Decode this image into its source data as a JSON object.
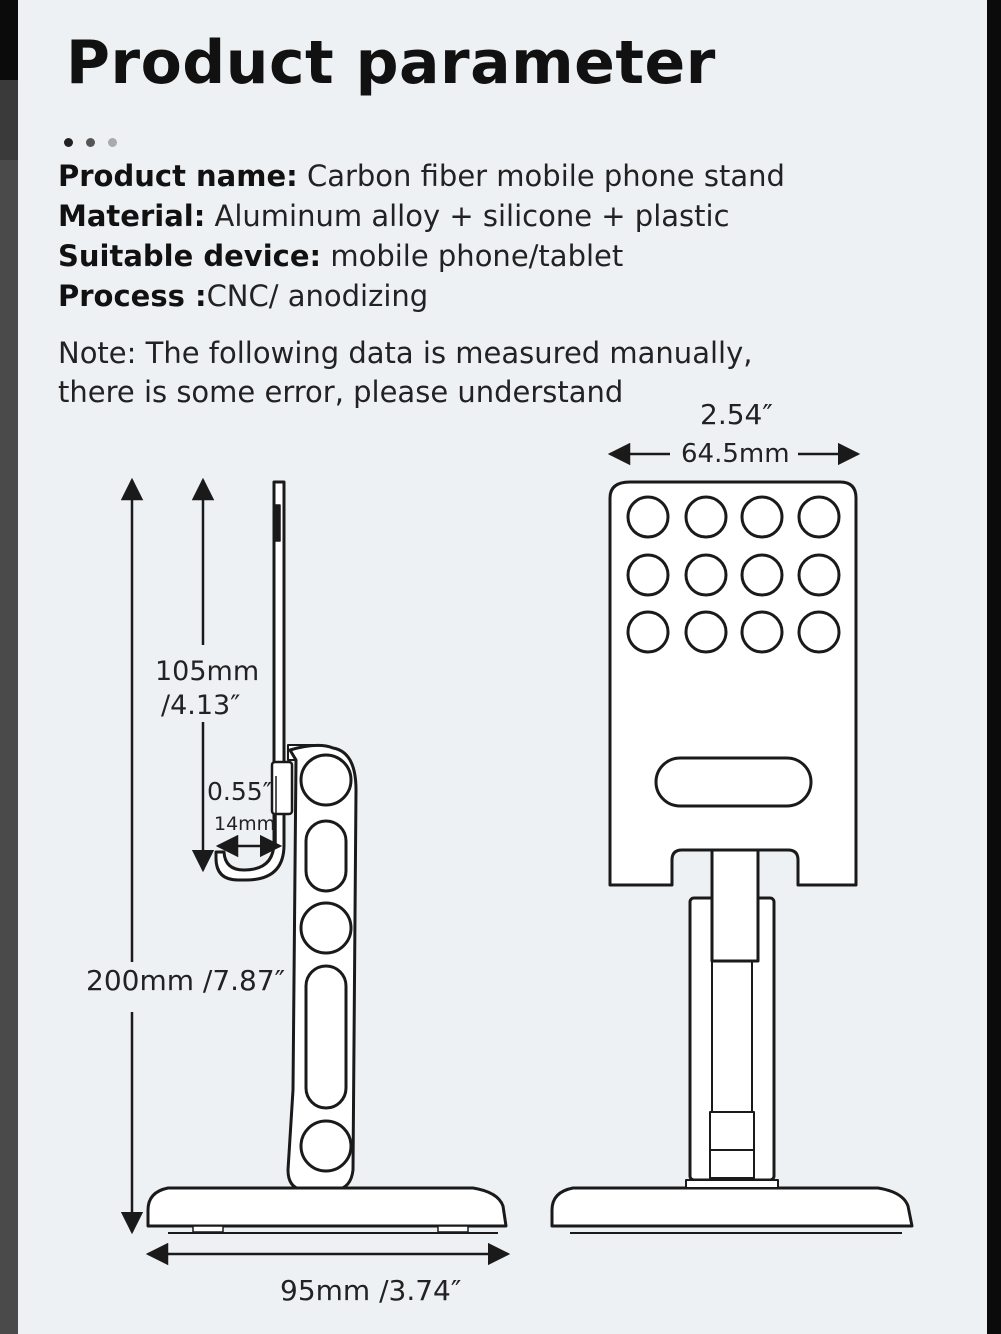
{
  "page": {
    "title": "Product parameter",
    "dot_colors": [
      "#222222",
      "#555555",
      "#aaaaaa"
    ]
  },
  "params": [
    {
      "key": "Product name:",
      "value": " Carbon fiber mobile phone stand"
    },
    {
      "key": "Material:",
      "value": " Aluminum alloy + silicone + plastic"
    },
    {
      "key": "Suitable device:",
      "value": " mobile phone/tablet"
    },
    {
      "key": "Process :",
      "value": "CNC/ anodizing"
    }
  ],
  "note": {
    "line1": "Note: The following data is measured manually,",
    "line2": "there is some error, please understand"
  },
  "dimensions": {
    "width_in": "2.54″",
    "width_mm": "64.5mm",
    "holder_mm": "105mm",
    "holder_in": "/4.13″",
    "lip_in": "0.55″",
    "lip_mm": "14mm",
    "height": "200mm /7.87″",
    "base": "95mm /3.74″"
  },
  "colors": {
    "panel": "#eef1f4",
    "line": "#1a1a1a",
    "fill": "#ffffff"
  }
}
